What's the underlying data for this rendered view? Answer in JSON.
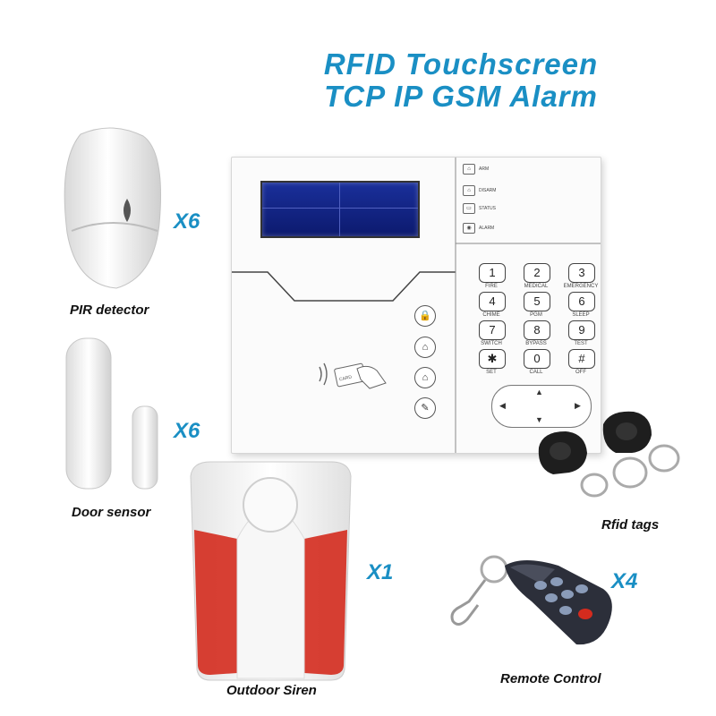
{
  "title": {
    "line1": "RFID Touchscreen",
    "line2": "TCP IP GSM Alarm"
  },
  "colors": {
    "accent": "#1a8fc4",
    "siren_red": "#d42b1e",
    "tag_black": "#1e1e1e"
  },
  "items": {
    "pir": {
      "caption": "PIR detector",
      "qty": "X6"
    },
    "door": {
      "caption": "Door sensor",
      "qty": "X6"
    },
    "siren": {
      "caption": "Outdoor Siren",
      "qty": "X1"
    },
    "tags": {
      "caption": "Rfid tags"
    },
    "remote": {
      "caption": "Remote Control",
      "qty": "X4"
    }
  },
  "panel": {
    "menu": [
      "ARM",
      "DISARM",
      "STATUS",
      "ALARM"
    ],
    "keys": [
      {
        "k": "1",
        "l": "FIRE"
      },
      {
        "k": "2",
        "l": "MEDICAL"
      },
      {
        "k": "3",
        "l": "EMERGENCY"
      },
      {
        "k": "4",
        "l": "CHIME"
      },
      {
        "k": "5",
        "l": "PGM"
      },
      {
        "k": "6",
        "l": "SLEEP"
      },
      {
        "k": "7",
        "l": "SWITCH"
      },
      {
        "k": "8",
        "l": "BYPASS"
      },
      {
        "k": "9",
        "l": "TEST"
      },
      {
        "k": "✱",
        "l": "SET"
      },
      {
        "k": "0",
        "l": "CALL"
      },
      {
        "k": "#",
        "l": "OFF"
      }
    ],
    "card_label": "CARD"
  }
}
